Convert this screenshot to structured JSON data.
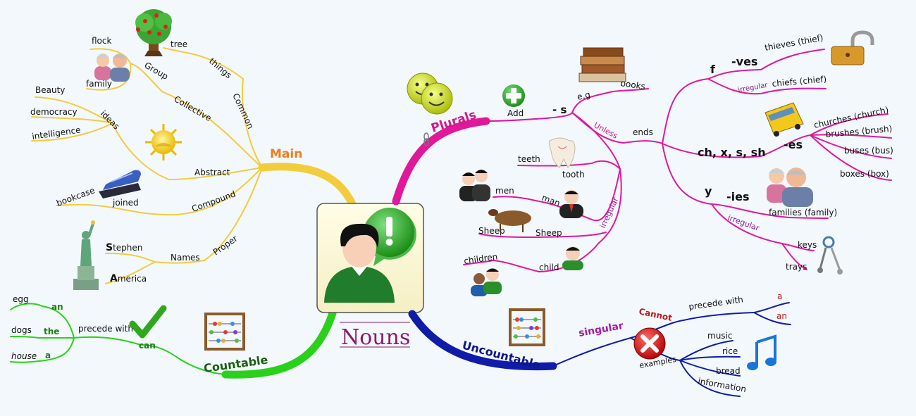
{
  "center": {
    "title": "Nouns",
    "icon": "person-exclamation-icon"
  },
  "main": {
    "label": "Main",
    "common": {
      "label": "Common",
      "sub": "things",
      "example": "tree"
    },
    "collective": {
      "label": "Collective",
      "sub": "Group",
      "examples": [
        "flock",
        "family"
      ]
    },
    "abstract": {
      "label": "Abstract",
      "sub": "ideas",
      "examples": [
        "Beauty",
        "democracy",
        "intelligence"
      ]
    },
    "compound": {
      "label": "Compound",
      "sub": "joined",
      "example": "bookcase"
    },
    "proper": {
      "label": "Proper",
      "sub": "Names",
      "examples": [
        {
          "cap": "S",
          "rest": "tephen"
        },
        {
          "cap": "A",
          "rest": "merica"
        }
      ]
    }
  },
  "countable": {
    "label": "Countable",
    "can": "can",
    "precede": "precede with",
    "articles": [
      "an",
      "the",
      "a"
    ],
    "examples": [
      "egg",
      "dogs",
      "house"
    ]
  },
  "plurals": {
    "label": "Plurals",
    "add": "Add",
    "s": "- s",
    "eg": "e.g",
    "books": "books",
    "unless": "Unless",
    "ends": "ends",
    "f": "f",
    "ves": "-ves",
    "thieves": "thieves (thief)",
    "irregular1": "irregular",
    "chiefs": "chiefs (chief)",
    "chxs": "ch, x, s, sh",
    "es": "-es",
    "es_examples": [
      "churches (church)",
      "brushes (brush)",
      "buses (bus)",
      "boxes (box)"
    ],
    "y": "y",
    "ies": "-ies",
    "families": "families (family)",
    "irregular2": "irregular",
    "keys": "keys",
    "trays": "trays",
    "irregular3": "irregular",
    "teeth": "teeth",
    "tooth": "tooth",
    "men": "men",
    "man": "man",
    "sheep1": "Sheep",
    "sheep2": "Sheep",
    "children": "children",
    "child": "child"
  },
  "uncountable": {
    "label": "Uncountable",
    "singular": "singular",
    "cannot": "Cannot",
    "precede": "precede with",
    "a": "a",
    "an": "an",
    "examples_label": "examples",
    "examples": [
      "music",
      "rice",
      "bread",
      "information"
    ]
  },
  "colors": {
    "main": "#f2cc3c",
    "plurals": "#e0189a",
    "uncountable": "#101ca8",
    "countable": "#2ad11a",
    "main_label": "#f07e1c"
  }
}
